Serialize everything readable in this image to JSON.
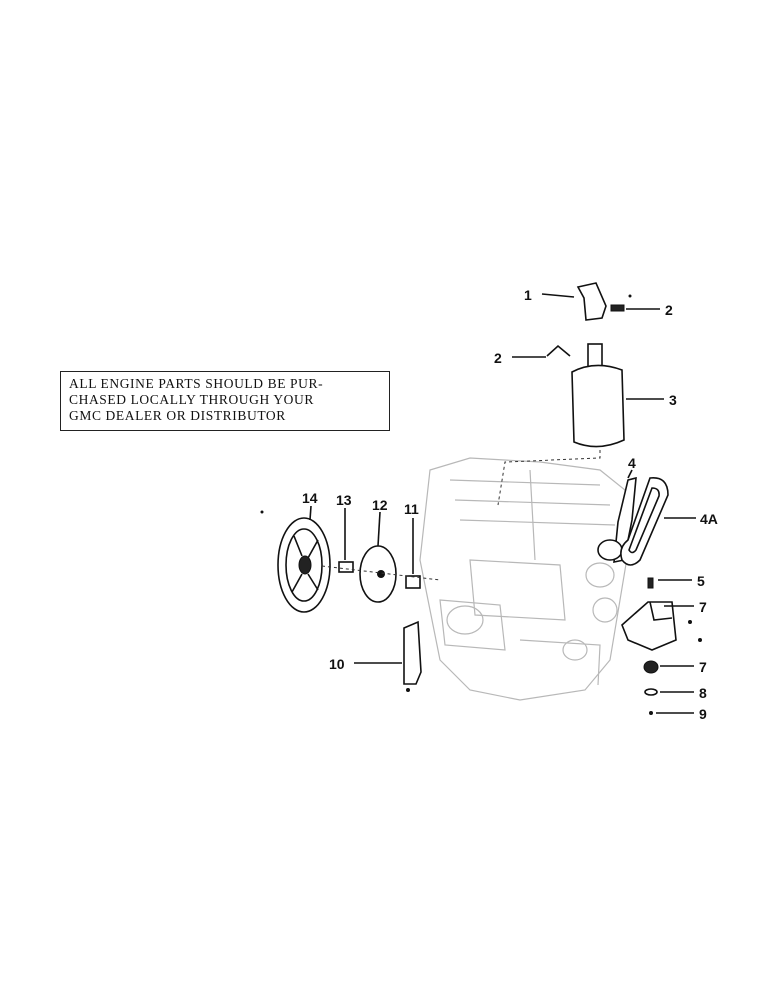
{
  "notice": {
    "line1": "ALL ENGINE PARTS SHOULD BE PUR-",
    "line2": "CHASED LOCALLY THROUGH YOUR",
    "line3": "GMC DEALER OR DISTRIBUTOR"
  },
  "callouts": {
    "c1": "1",
    "c2a": "2",
    "c2b": "2",
    "c3": "3",
    "c4": "4",
    "c4a": "4A",
    "c5": "5",
    "c7a": "7",
    "c7b": "7",
    "c8": "8",
    "c9": "9",
    "c10": "10",
    "c11": "11",
    "c12": "12",
    "c13": "13",
    "c14": "14"
  }
}
